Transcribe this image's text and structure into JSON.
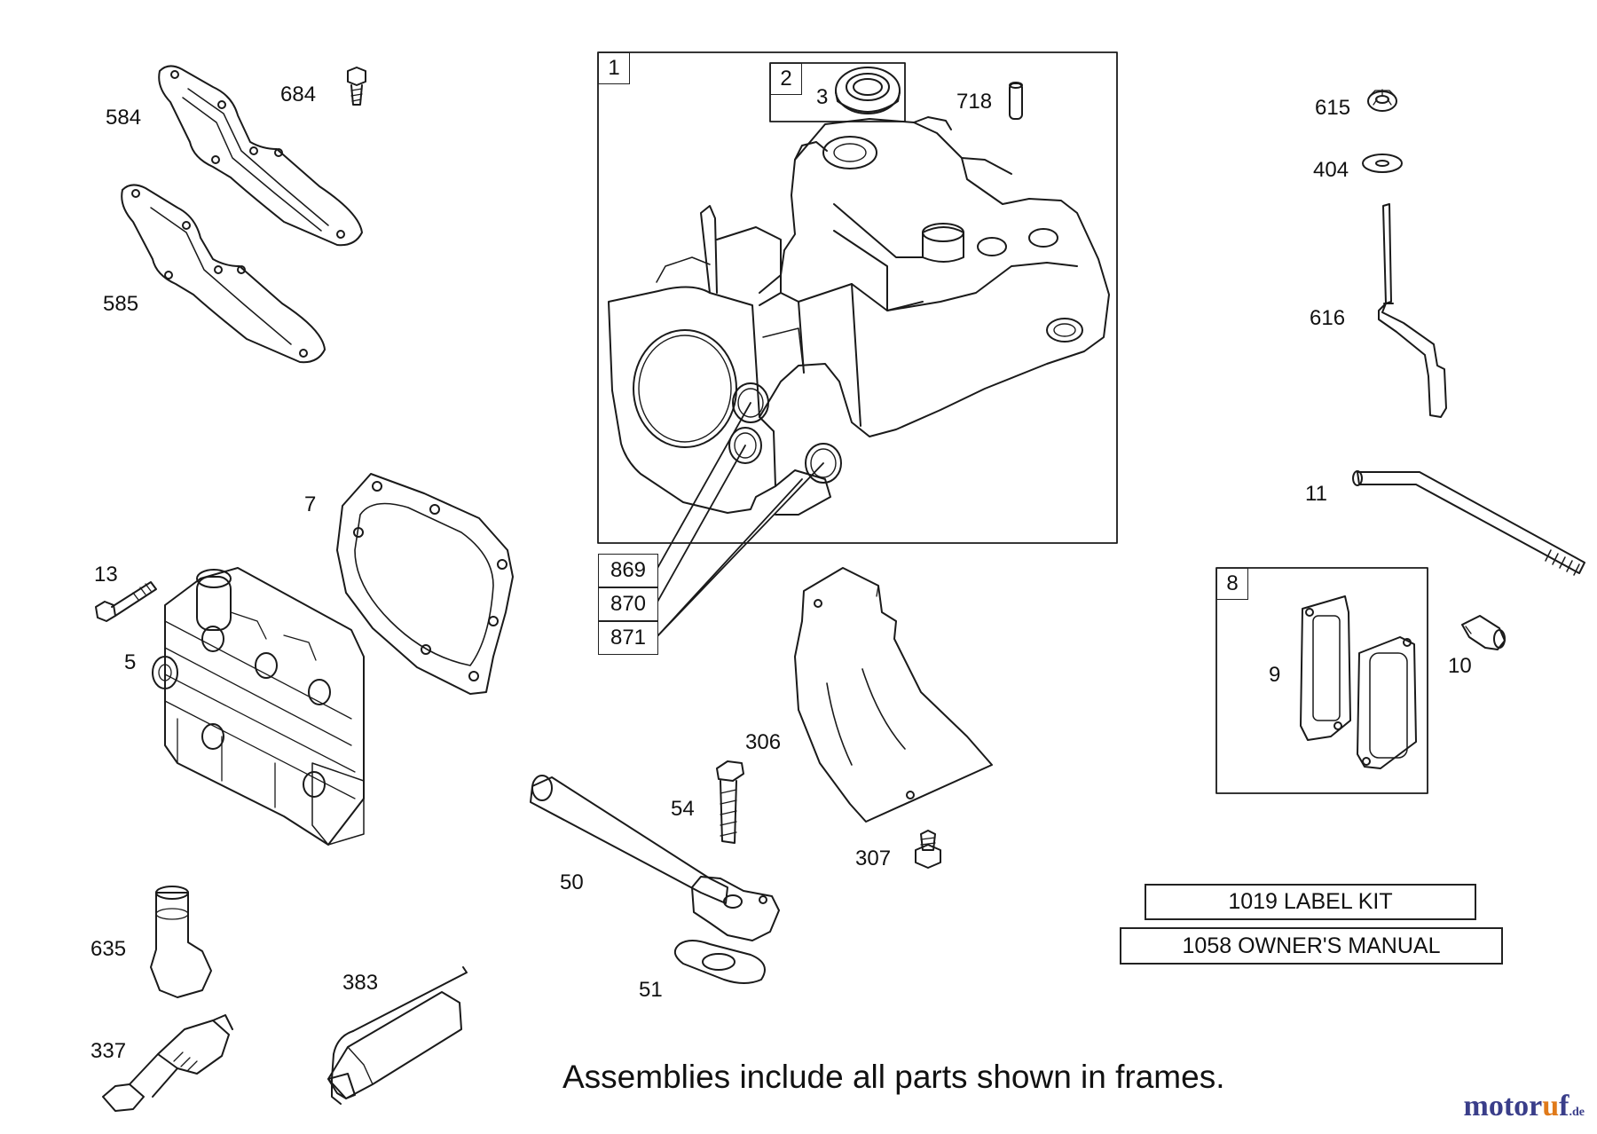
{
  "frames": [
    {
      "id": "1"
    },
    {
      "id": "2"
    },
    {
      "id": "8"
    }
  ],
  "parts": [
    {
      "id": "584"
    },
    {
      "id": "684"
    },
    {
      "id": "585"
    },
    {
      "id": "3"
    },
    {
      "id": "718"
    },
    {
      "id": "615"
    },
    {
      "id": "404"
    },
    {
      "id": "616"
    },
    {
      "id": "11"
    },
    {
      "id": "7"
    },
    {
      "id": "13"
    },
    {
      "id": "5"
    },
    {
      "id": "9"
    },
    {
      "id": "10"
    },
    {
      "id": "306"
    },
    {
      "id": "54"
    },
    {
      "id": "307"
    },
    {
      "id": "50"
    },
    {
      "id": "51"
    },
    {
      "id": "635"
    },
    {
      "id": "383"
    },
    {
      "id": "337"
    }
  ],
  "callout_boxes": [
    "869",
    "870",
    "871"
  ],
  "kits": {
    "label_kit": "1019 LABEL KIT",
    "owners_manual": "1058 OWNER'S MANUAL"
  },
  "note": "Assemblies include all parts shown in frames.",
  "watermark": {
    "brand_start": "motor",
    "brand_u": "u",
    "brand_end": "f",
    "tld": ".de"
  }
}
